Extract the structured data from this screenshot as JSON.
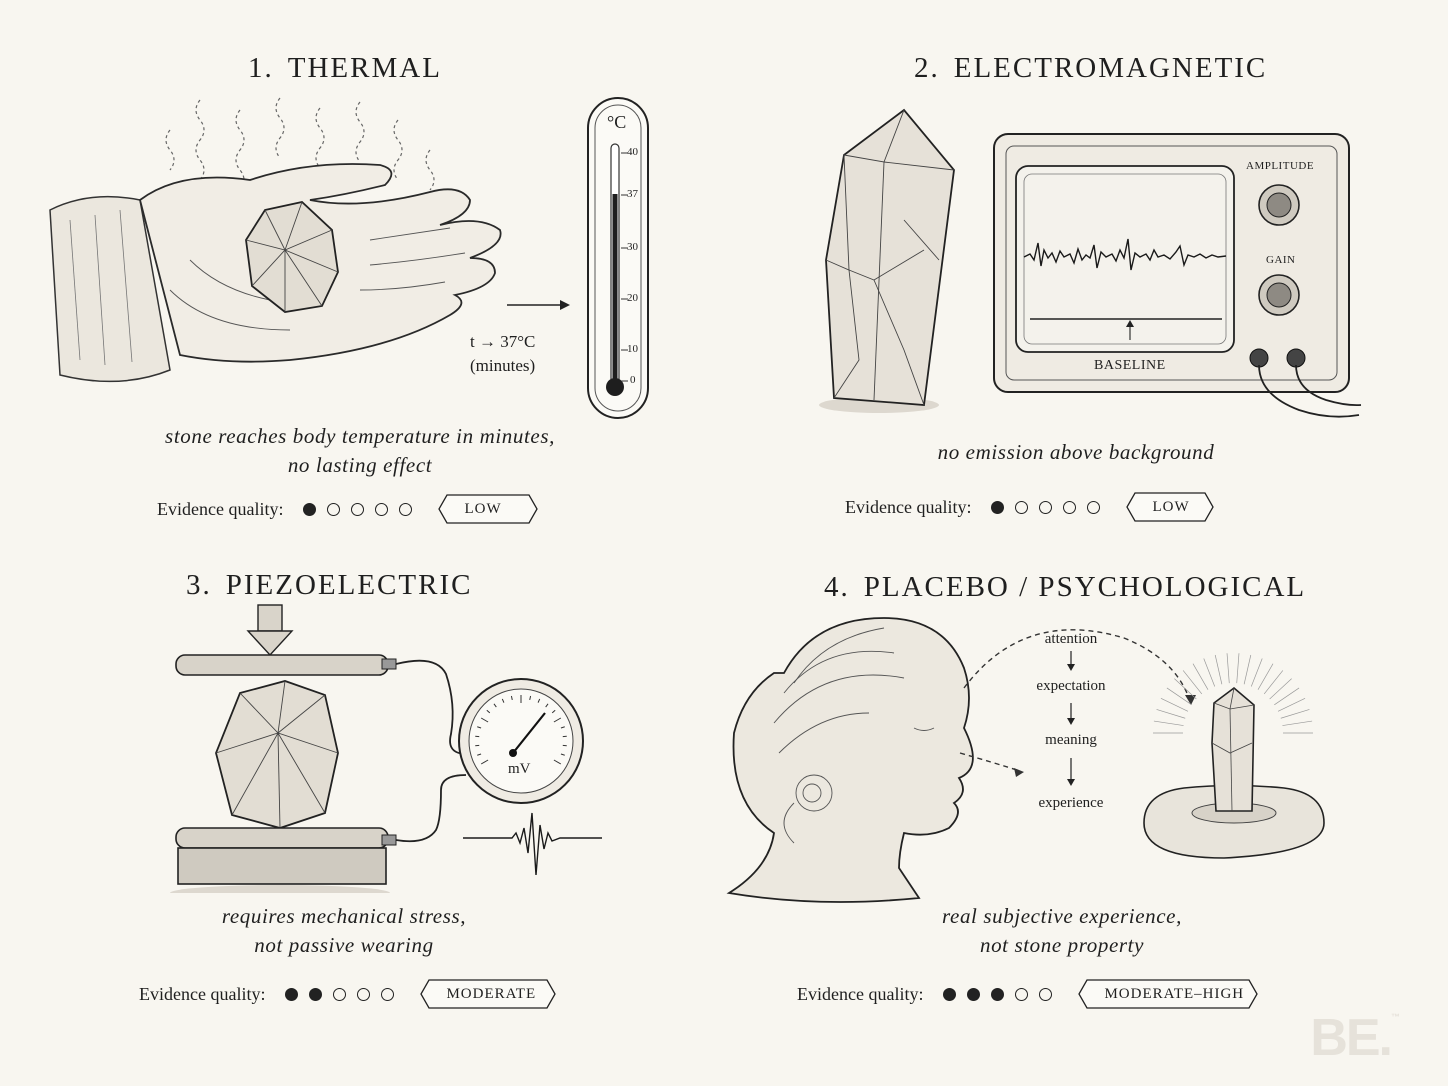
{
  "panels": [
    {
      "number": "1.",
      "title": "THERMAL",
      "caption": [
        "stone reaches body temperature in minutes,",
        "no lasting effect"
      ],
      "evidence_label": "Evidence quality:",
      "evidence_score": 1,
      "evidence_max": 5,
      "badge": "LOW",
      "annotations": {
        "time_line": "t  →  37°C",
        "time_unit": "(minutes)",
        "thermo_unit": "°C",
        "thermo_ticks": [
          "40",
          "37",
          "30",
          "20",
          "10",
          "0"
        ]
      }
    },
    {
      "number": "2.",
      "title": "ELECTROMAGNETIC",
      "caption": [
        "no emission above background"
      ],
      "evidence_label": "Evidence quality:",
      "evidence_score": 1,
      "evidence_max": 5,
      "badge": "LOW",
      "annotations": {
        "amplitude": "AMPLITUDE",
        "gain": "GAIN",
        "baseline": "BASELINE"
      }
    },
    {
      "number": "3.",
      "title": "PIEZOELECTRIC",
      "caption": [
        "requires mechanical stress,",
        "not passive wearing"
      ],
      "evidence_label": "Evidence quality:",
      "evidence_score": 2,
      "evidence_max": 5,
      "badge": "MODERATE",
      "annotations": {
        "gauge_unit": "mV"
      }
    },
    {
      "number": "4.",
      "title": "PLACEBO / PSYCHOLOGICAL",
      "caption": [
        "real subjective experience,",
        "not stone property"
      ],
      "evidence_label": "Evidence quality:",
      "evidence_score": 3,
      "evidence_max": 5,
      "badge": "MODERATE–HIGH",
      "annotations": {
        "flow": [
          "attention",
          "expectation",
          "meaning",
          "experience"
        ]
      }
    }
  ],
  "logo": {
    "text": "BE.",
    "mark": "™"
  },
  "colors": {
    "background": "#f8f6f0",
    "ink": "#1f1f1f",
    "logo": "#e6e2da"
  }
}
